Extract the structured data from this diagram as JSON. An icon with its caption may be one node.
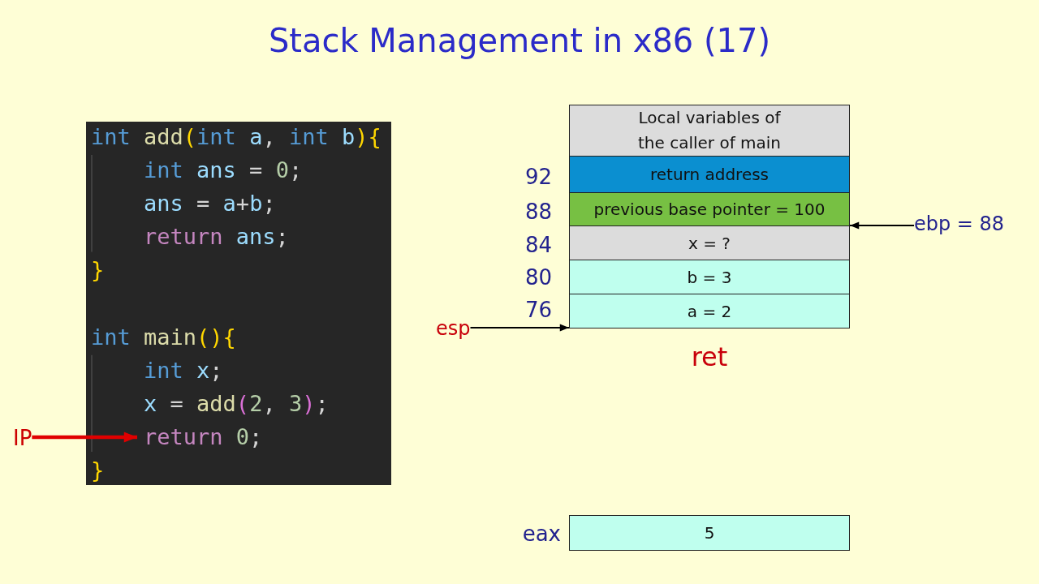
{
  "diagram": {
    "title": "Stack Management in x86 (17)",
    "nodes": [
      {
        "text": [
          "int add(int a, int b){",
          "int ans = 0;",
          "ans = a+b;",
          "return ans;",
          "}",
          "int main(){",
          "int x;",
          "x = add(2, 3);",
          "}"
        ]
      },
      {
        "text": [
          "return 0;"
        ],
        "in": 0
      },
      {
        "text": [
          "IP"
        ]
      },
      {
        "text": [
          "Local variables of the caller of main"
        ]
      },
      {
        "text": [
          "return address"
        ],
        "beside": [
          "92"
        ]
      },
      {
        "text": [
          "previous base pointer = 100"
        ],
        "beside": [
          "88"
        ]
      },
      {
        "text": [
          "x = ?"
        ],
        "beside": [
          "84"
        ]
      },
      {
        "text": [
          "b = 3"
        ],
        "beside": [
          "80"
        ]
      },
      {
        "text": [
          "a = 2"
        ],
        "beside": [
          "76"
        ]
      },
      {
        "text": [
          "ebp = 88"
        ]
      },
      {
        "text": [
          "esp"
        ]
      },
      {
        "text": [
          "5"
        ],
        "beside": [
          "eax"
        ]
      }
    ],
    "edges": [
      {
        "from": 2,
        "to": 1,
        "arrow": "to",
        "style": "thick",
        "color": "#e00000"
      },
      {
        "from": 9,
        "to": 5,
        "arrow": "to"
      },
      {
        "from": 10,
        "to": 8,
        "arrow": "to"
      }
    ],
    "labels": [
      "ret"
    ]
  }
}
